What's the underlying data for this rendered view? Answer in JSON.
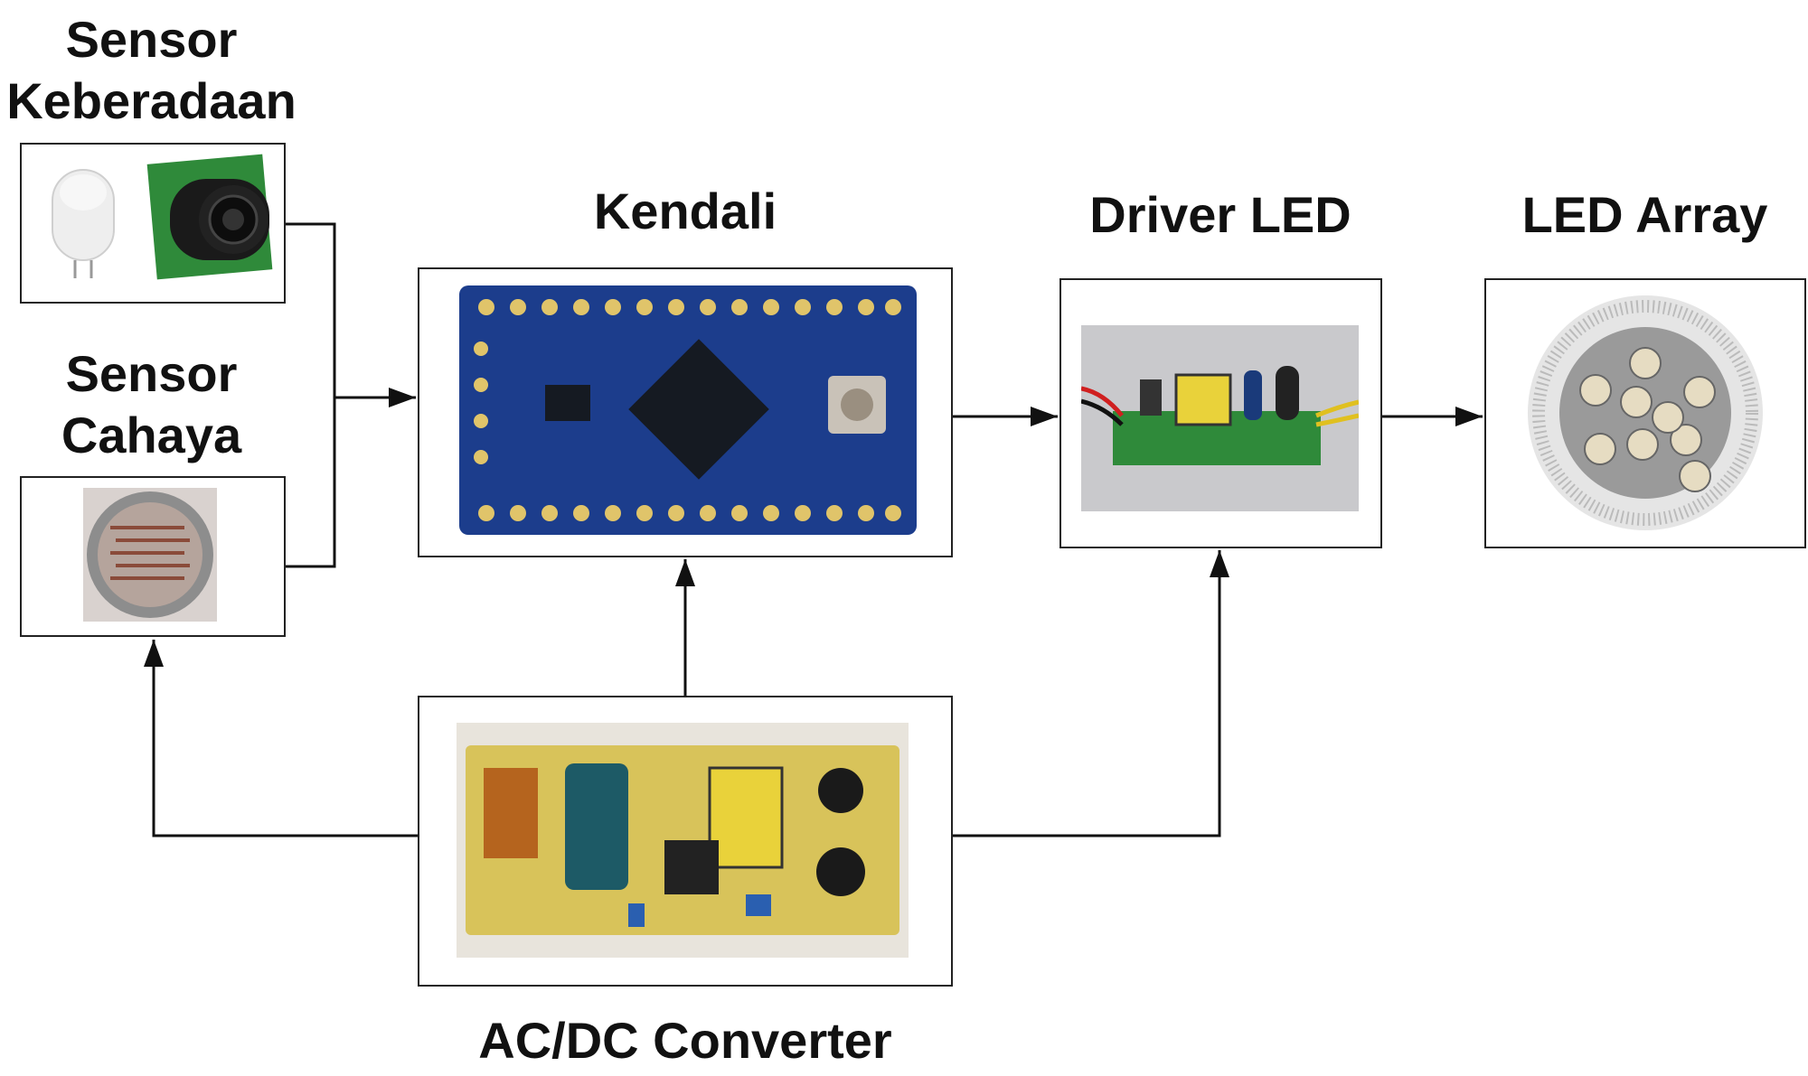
{
  "diagram": {
    "sensor_presence": {
      "line1": "Sensor",
      "line2": "Keberadaan"
    },
    "sensor_light": {
      "line1": "Sensor",
      "line2": "Cahaya"
    },
    "controller": "Kendali",
    "driver": "Driver LED",
    "led_array": "LED Array",
    "converter": "AC/DC Converter"
  },
  "colors": {
    "line": "#111111",
    "pcb_blue": "#1c3d8c",
    "pcb_green": "#2f8a3a",
    "pcb_yellow": "#d8c35a"
  }
}
